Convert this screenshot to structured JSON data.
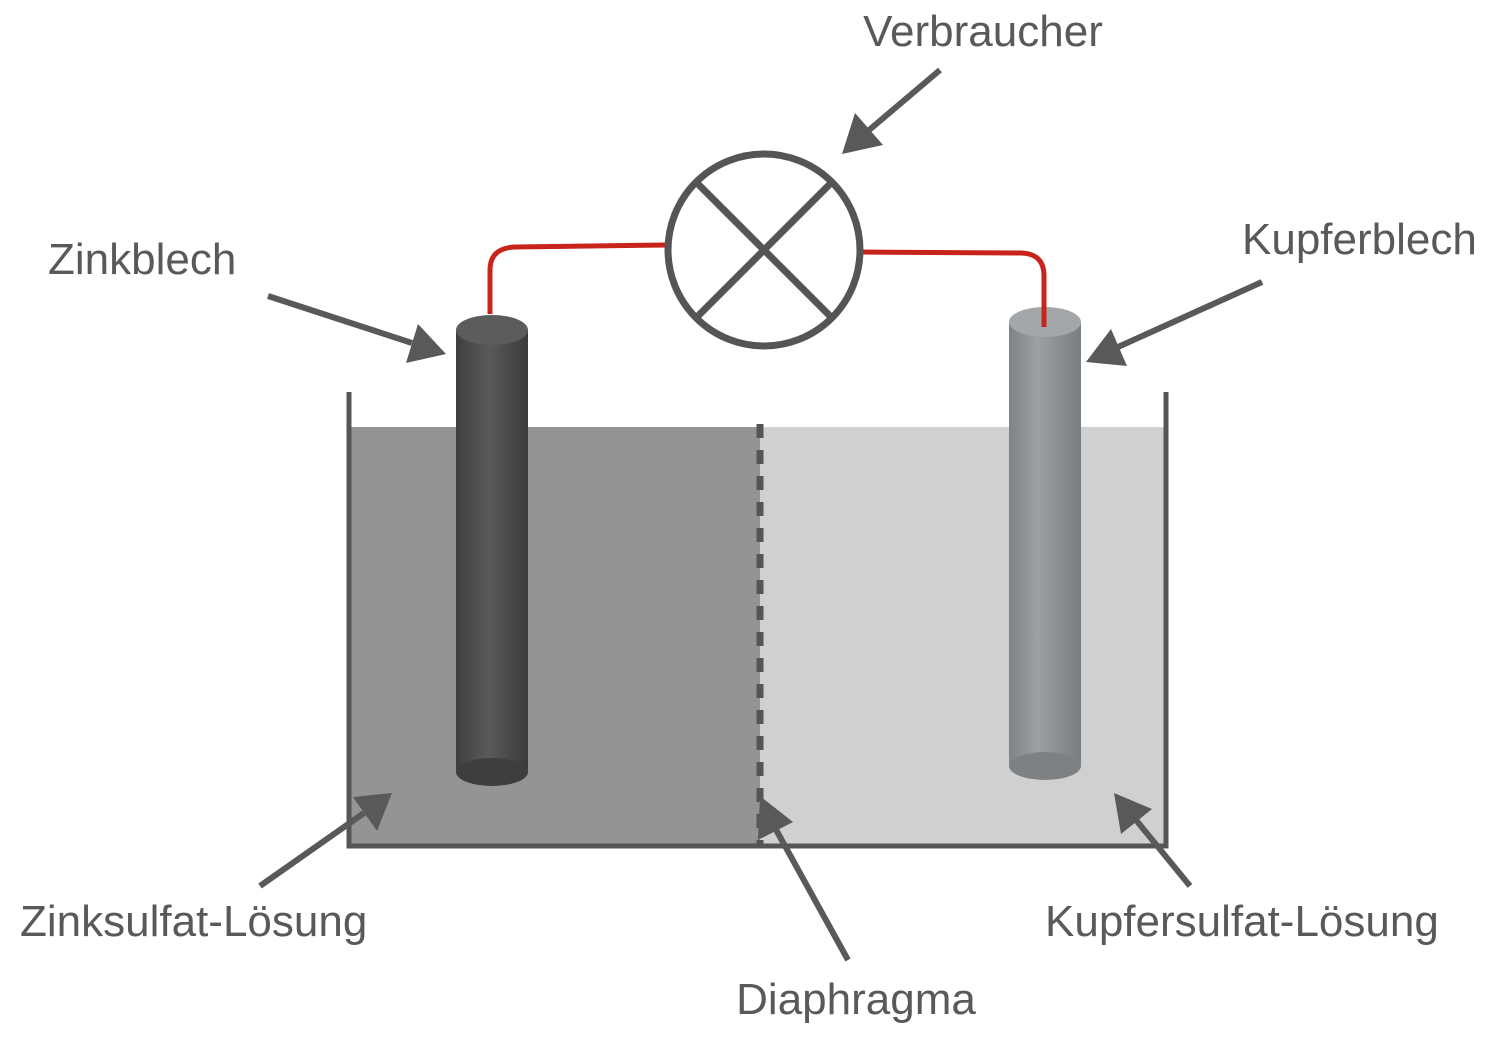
{
  "labels": {
    "consumer": "Verbraucher",
    "zinc_plate": "Zinkblech",
    "copper_plate": "Kupferblech",
    "zinc_solution": "Zinksulfat-Lösung",
    "diaphragm": "Diaphragma",
    "copper_solution": "Kupfersulfat-Lösung"
  },
  "colors": {
    "label_text": "#595959",
    "arrow": "#595959",
    "wire": "#c8241c",
    "zinc_solution": "#949494",
    "copper_solution": "#d0d0d0",
    "zinc_electrode": "#4a4a4a",
    "copper_electrode": "#8a8d90",
    "container": "#555555",
    "lamp": "#555555"
  }
}
